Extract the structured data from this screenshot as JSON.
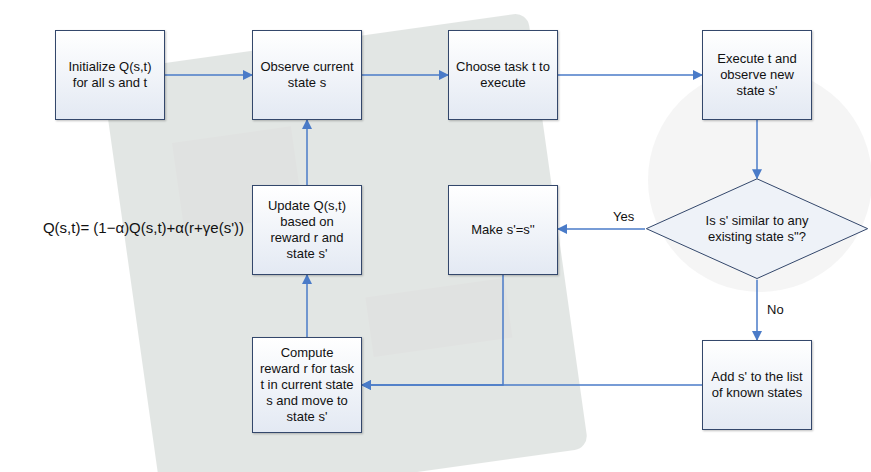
{
  "diagram": {
    "nodes": [
      {
        "text": [
          "Initialize Q(s,t) for all s and t"
        ]
      },
      {
        "text": [
          "Observe current state s"
        ]
      },
      {
        "text": [
          "Choose task t to execute"
        ]
      },
      {
        "text": [
          "Execute t and observe new state s'"
        ]
      },
      {
        "text": [
          "Is s' similar to any existing state s''?"
        ]
      },
      {
        "text": [
          "Make s'=s''"
        ]
      },
      {
        "text": [
          "Update Q(s,t) based on reward r and state s'"
        ]
      },
      {
        "text": [
          "Add s' to the list of known states"
        ]
      },
      {
        "text": [
          "Compute reward r for task t in current state s and move to state s'"
        ]
      }
    ],
    "edges": [
      {
        "from": 0,
        "to": 1,
        "arrow": "to"
      },
      {
        "from": 1,
        "to": 2,
        "arrow": "to"
      },
      {
        "from": 2,
        "to": 3,
        "arrow": "to"
      },
      {
        "from": 3,
        "to": 4,
        "arrow": "to"
      },
      {
        "from": 4,
        "to": 5,
        "label": "Yes",
        "arrow": "to"
      },
      {
        "from": 4,
        "to": 7,
        "label": "No",
        "arrow": "to"
      },
      {
        "from": 7,
        "to": 8,
        "arrow": "to"
      },
      {
        "from": 5,
        "to": 8,
        "arrow": "to"
      },
      {
        "from": 8,
        "to": 6,
        "arrow": "to"
      },
      {
        "from": 6,
        "to": 1,
        "arrow": "to"
      }
    ],
    "labels": [
      "Q(s,t)= (1−α)Q(s,t)+α(r+γe(s'))"
    ]
  }
}
